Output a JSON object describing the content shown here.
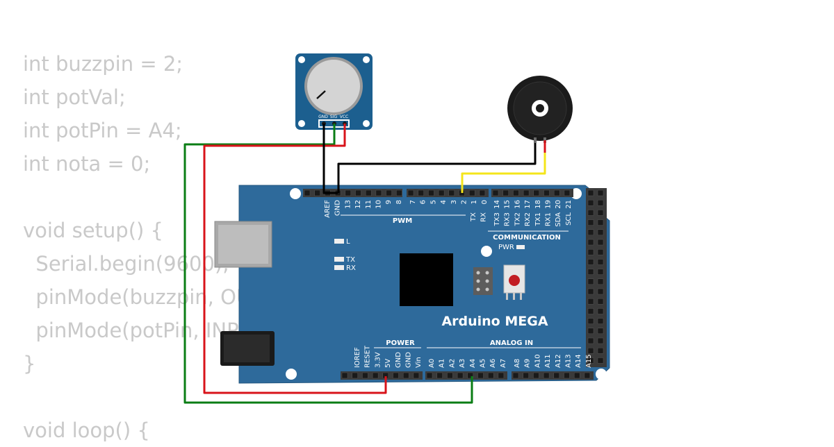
{
  "code_lines": [
    "int buzzpin = 2;",
    "int potVal;",
    "int potPin = A4;",
    "int nota = 0;",
    "",
    "void setup() {",
    "  Serial.begin(9600);",
    "  pinMode(buzzpin, OUTPUT);",
    "  pinMode(potPin, INPUT);",
    "}",
    "",
    "void loop() {"
  ],
  "board": {
    "name": "Arduino MEGA",
    "pwm_label": "PWM",
    "communication_label": "COMMUNICATION",
    "power_label": "POWER",
    "analog_label": "ANALOG IN",
    "pwr_led_label": "PWR",
    "led_l_label": "L",
    "led_tx_label": "TX",
    "led_rx_label": "RX",
    "top_pins_left": [
      "AREF",
      "GND",
      "13",
      "12",
      "11",
      "10",
      "9",
      "8"
    ],
    "top_pins_mid": [
      "7",
      "6",
      "5",
      "4",
      "3",
      "2",
      "1",
      "0"
    ],
    "tx_rx_labels": [
      "TX",
      "RX"
    ],
    "top_pins_right": [
      "14",
      "15",
      "16",
      "17",
      "18",
      "19",
      "20",
      "21"
    ],
    "top_pins_right_prefix": [
      "TX3",
      "RX3",
      "TX2",
      "RX2",
      "TX1",
      "RX1",
      "SDA",
      "SCL"
    ],
    "power_pins": [
      "IOREF",
      "RESET",
      "3.3V",
      "5V",
      "GND",
      "GND",
      "Vin"
    ],
    "analog_pins_a": [
      "A0",
      "A1",
      "A2",
      "A3",
      "A4",
      "A5",
      "A6",
      "A7"
    ],
    "analog_pins_b": [
      "A8",
      "A9",
      "A10",
      "A11",
      "A12",
      "A13",
      "A14",
      "A15"
    ],
    "color": "#2e6a9b"
  },
  "potentiometer": {
    "pin_labels": [
      "GND",
      "SIG",
      "VCC"
    ],
    "color": "#1c5f8f"
  },
  "wires": {
    "gnd_color": "#000000",
    "signal_color": "#0a7d14",
    "vcc_color": "#d8131a",
    "buzzer_color": "#f4e51a"
  }
}
